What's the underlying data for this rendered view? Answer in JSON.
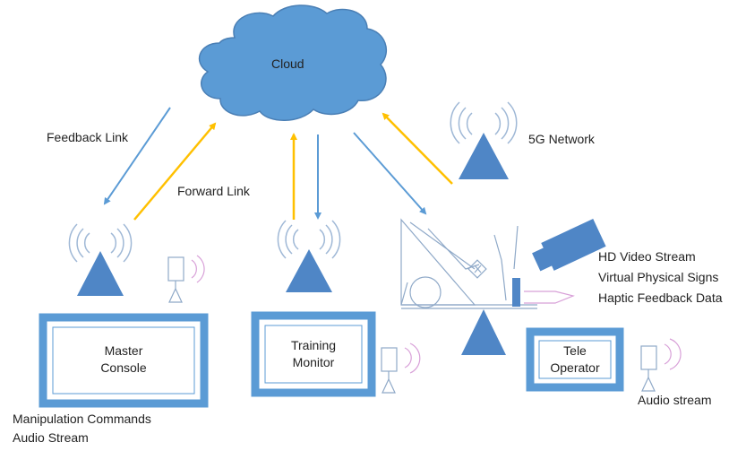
{
  "cloud": {
    "label": "Cloud"
  },
  "links": {
    "feedback": "Feedback Link",
    "forward": "Forward Link"
  },
  "network": {
    "label": "5G Network"
  },
  "master_console": {
    "line1": "Master",
    "line2": "Console"
  },
  "training_monitor": {
    "line1": "Training",
    "line2": "Monitor"
  },
  "tele_operator": {
    "line1": "Tele",
    "line2": "Operator"
  },
  "streams": {
    "hd_video": "HD Video Stream",
    "vital_signs": "Virtual Physical Signs",
    "haptic": "Haptic Feedback Data",
    "manipulation": "Manipulation Commands",
    "audio_stream_master": "Audio Stream",
    "audio_stream_tele": "Audio stream"
  },
  "colors": {
    "feedback_arrow": "#5b9bd5",
    "forward_arrow": "#ffc000",
    "node_fill": "#4f86c6",
    "box_border": "#5b9bd5"
  }
}
